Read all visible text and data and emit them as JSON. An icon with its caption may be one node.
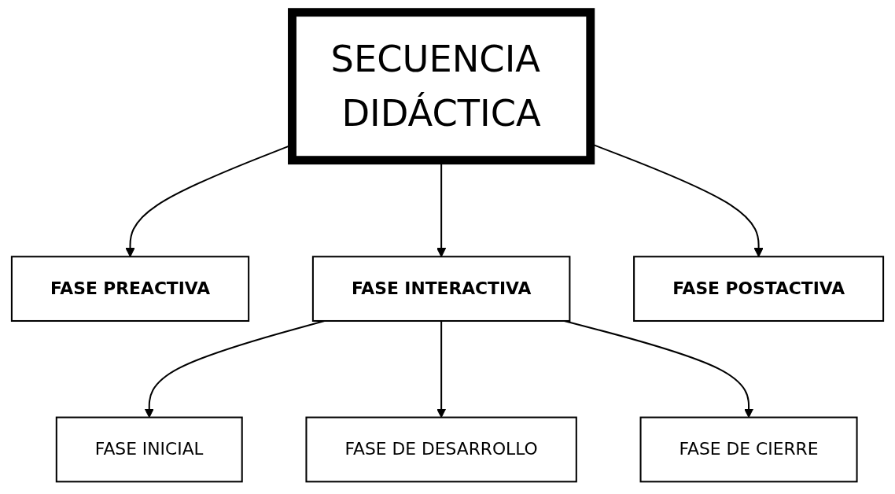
{
  "diagram": {
    "nodes": [
      {
        "text": [
          "SECUENCIA DIDÁCTICA"
        ]
      },
      {
        "text": [
          "FASE PREACTIVA"
        ]
      },
      {
        "text": [
          "FASE INTERACTIVA"
        ]
      },
      {
        "text": [
          "FASE POSTACTIVA"
        ]
      },
      {
        "text": [
          "FASE INICIAL"
        ]
      },
      {
        "text": [
          "FASE DE DESARROLLO"
        ]
      },
      {
        "text": [
          "FASE DE CIERRE"
        ]
      }
    ],
    "edges": [
      {
        "from": 0,
        "to": 1,
        "arrow": "to"
      },
      {
        "from": 0,
        "to": 2,
        "arrow": "to"
      },
      {
        "from": 0,
        "to": 3,
        "arrow": "to"
      },
      {
        "from": 2,
        "to": 4,
        "arrow": "to"
      },
      {
        "from": 2,
        "to": 5,
        "arrow": "to"
      },
      {
        "from": 2,
        "to": 6,
        "arrow": "to"
      }
    ]
  }
}
